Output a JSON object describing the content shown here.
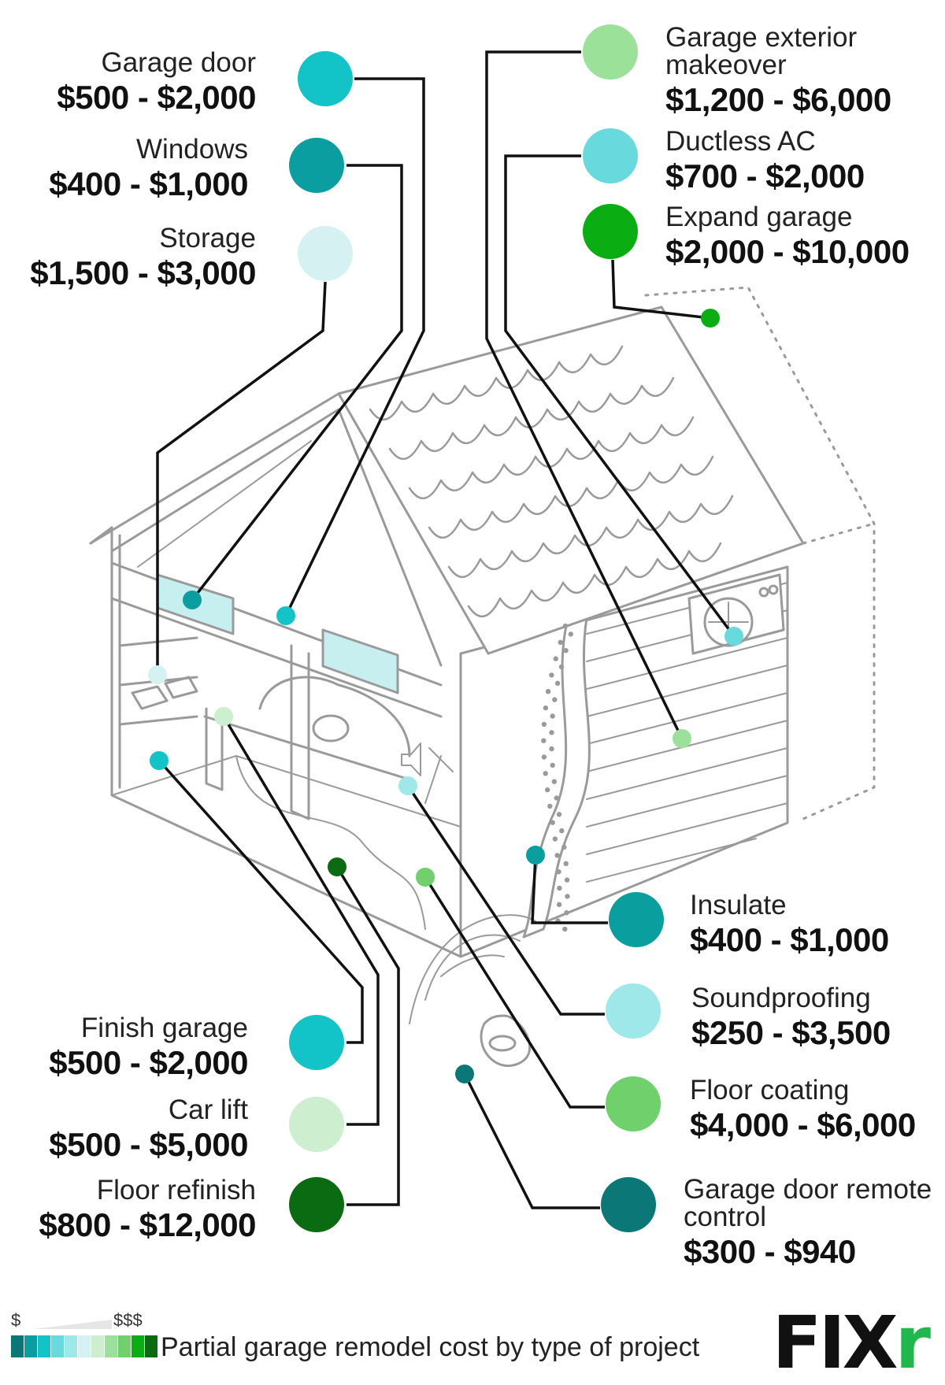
{
  "items": [
    {
      "key": "garage_door",
      "name": "Garage door",
      "price": "$500 - $2,000",
      "color": "#12c3c8"
    },
    {
      "key": "windows",
      "name": "Windows",
      "price": "$400 - $1,000",
      "color": "#0a9ea1"
    },
    {
      "key": "storage",
      "name": "Storage",
      "price": "$1,500 - $3,000",
      "color": "#d5f1f2"
    },
    {
      "key": "garage_exterior",
      "name": "Garage exterior makeover",
      "price": "$1,200 - $6,000",
      "color": "#9be19a"
    },
    {
      "key": "ductless_ac",
      "name": "Ductless AC",
      "price": "$700 - $2,000",
      "color": "#68dadd"
    },
    {
      "key": "expand_garage",
      "name": "Expand garage",
      "price": "$2,000 - $10,000",
      "color": "#0aae13"
    },
    {
      "key": "insulate",
      "name": "Insulate",
      "price": "$400 - $1,000",
      "color": "#0a9e9e"
    },
    {
      "key": "soundproofing",
      "name": "Soundproofing",
      "price": "$250 - $3,500",
      "color": "#9ee8ea"
    },
    {
      "key": "floor_coating",
      "name": "Floor coating",
      "price": "$4,000 - $6,000",
      "color": "#6fd06c"
    },
    {
      "key": "garage_door_remote",
      "name": "Garage door remote control",
      "price": "$300 - $940",
      "color": "#0b7877"
    },
    {
      "key": "finish_garage",
      "name": "Finish garage",
      "price": "$500 - $2,000",
      "color": "#12c3c8"
    },
    {
      "key": "car_lift",
      "name": "Car lift",
      "price": "$500 - $5,000",
      "color": "#cdeecf"
    },
    {
      "key": "floor_refinish",
      "name": "Floor refinish",
      "price": "$800 - $12,000",
      "color": "#0b6b12"
    }
  ],
  "legend": {
    "low": "$",
    "high": "$$$",
    "caption": "Partial garage remodel cost by type of project",
    "scale_colors": [
      "#0b7877",
      "#0a9ea1",
      "#12c3c8",
      "#68dadd",
      "#9ee8ea",
      "#d5f1f2",
      "#cdeecf",
      "#9be19a",
      "#6fd06c",
      "#0aae13",
      "#0b6b12"
    ]
  },
  "brand": {
    "main": "FIX",
    "accent": "r",
    "accent_color": "#1fb84c"
  }
}
